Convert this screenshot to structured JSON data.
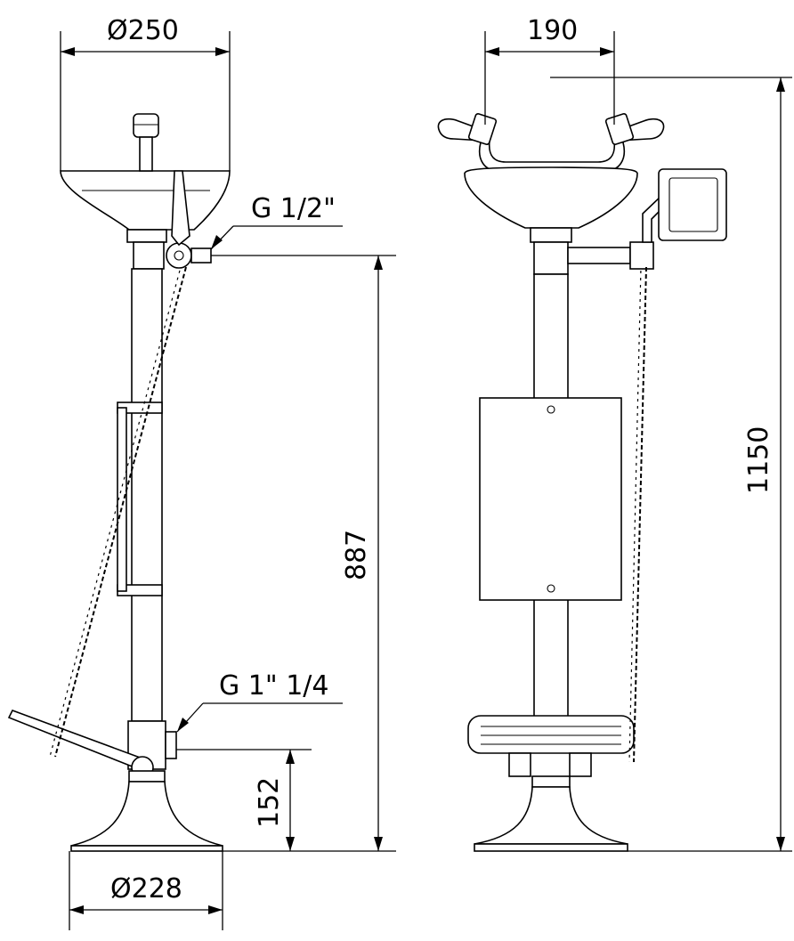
{
  "dimensions": {
    "bowl_diameter": "Ø250",
    "width_190": "190",
    "total_height": "1150",
    "inlet_height": "887",
    "outlet_height": "152",
    "base_diameter": "Ø228"
  },
  "threads": {
    "top": "G 1/2\"",
    "bottom": "G 1\" 1/4"
  }
}
